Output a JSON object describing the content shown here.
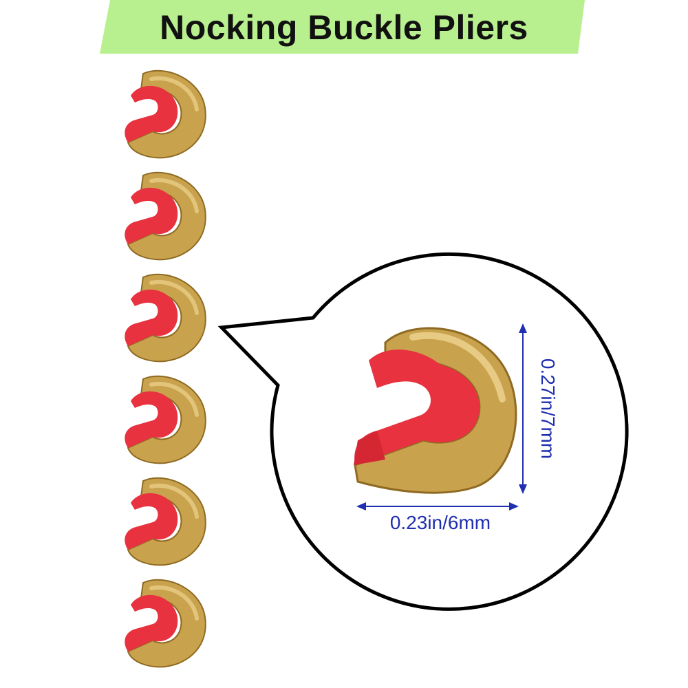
{
  "title": "Nocking Buckle Pliers",
  "dimensions": {
    "width_label": "0.23in/6mm",
    "height_label": "0.27in/7mm"
  },
  "colors": {
    "banner": "#b9f08f",
    "brass": "#c9a24e",
    "felt": "#e8323f",
    "dimension": "#1f2fb0"
  },
  "nock_count": 6
}
